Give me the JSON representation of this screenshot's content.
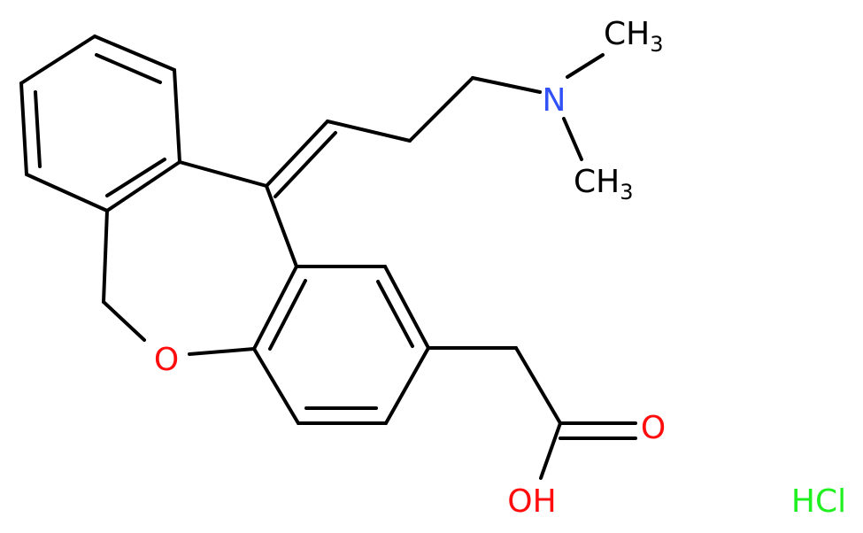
{
  "molecule": {
    "colors": {
      "bond": "#000000",
      "nitrogen": "#3050F8",
      "oxygen": "#FF0D0D",
      "carbon": "#000000",
      "chlorine_salt": "#1FF01F"
    },
    "atoms": {
      "n_label": "N",
      "ring_oxygen_label": "O",
      "methyl_top_main": "CH",
      "methyl_top_sub": "3",
      "methyl_bottom_main": "CH",
      "methyl_bottom_sub": "3",
      "carbonyl_oxygen_label": "O",
      "hydroxyl_label": "OH"
    },
    "salt": "HCl"
  }
}
